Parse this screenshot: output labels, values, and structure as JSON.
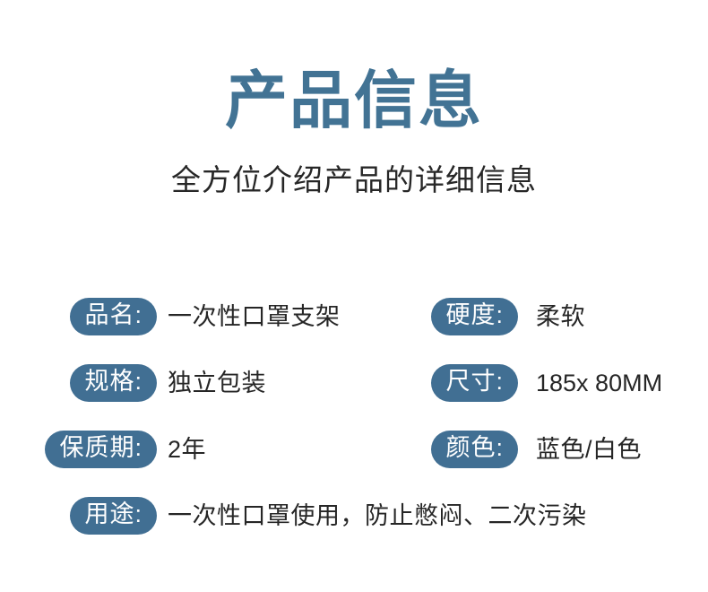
{
  "header": {
    "title": "产品信息",
    "subtitle": "全方位介绍产品的详细信息"
  },
  "colors": {
    "title_blue": "#427394",
    "pill_blue": "#416f93",
    "value_text": "#262626",
    "subtitle_text": "#272727",
    "background": "#ffffff"
  },
  "specs": {
    "left_column": [
      {
        "label": "品名:",
        "value": "一次性口罩支架"
      },
      {
        "label": "规格:",
        "value": "独立包装"
      },
      {
        "label": "保质期:",
        "value": "2年"
      },
      {
        "label": "用途:",
        "value": "一次性口罩使用，防止憋闷、二次污染"
      }
    ],
    "right_column": [
      {
        "label": "硬度:",
        "value": "柔软"
      },
      {
        "label": "尺寸:",
        "value": "185x 80MM"
      },
      {
        "label": "颜色:",
        "value": "蓝色/白色"
      }
    ]
  }
}
